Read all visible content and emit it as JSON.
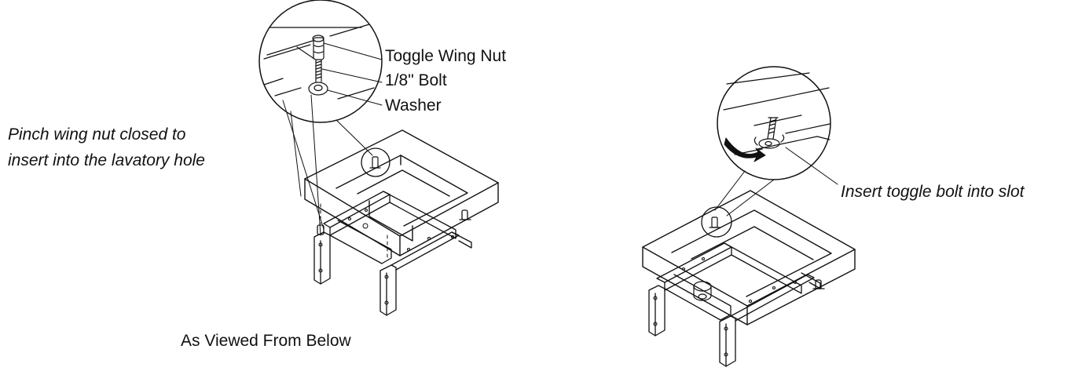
{
  "diagram": {
    "callouts": {
      "toggle_wing_nut": "Toggle Wing Nut",
      "bolt": "1/8\" Bolt",
      "washer": "Washer"
    },
    "instructions": {
      "pinch_line1": "Pinch wing nut closed to",
      "pinch_line2": "insert into the lavatory hole",
      "insert_toggle": "Insert toggle bolt into slot"
    },
    "caption": "As Viewed From Below",
    "colors": {
      "line": "#111111",
      "background": "#ffffff"
    },
    "icons": [
      "curved-arrow-icon",
      "toggle-bolt-icon",
      "wing-nut-icon",
      "washer-icon"
    ]
  }
}
